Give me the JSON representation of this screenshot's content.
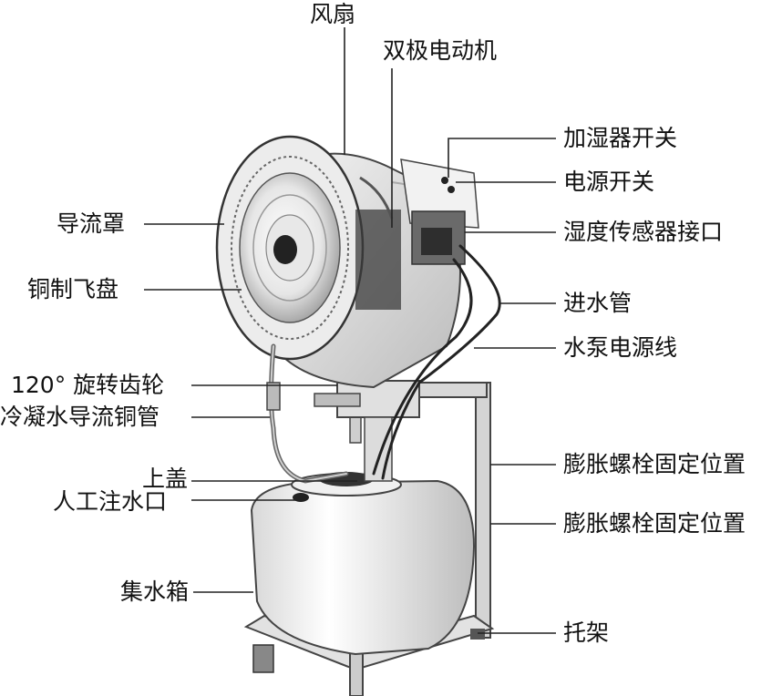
{
  "labels": {
    "fan": "风扇",
    "motor": "双极电动机",
    "humidifier_switch": "加湿器开关",
    "power_switch": "电源开关",
    "sensor_port": "湿度传感器接口",
    "inlet_pipe": "进水管",
    "pump_cable": "水泵电源线",
    "shroud": "导流罩",
    "copper_disc": "铜制飞盘",
    "gear": "120° 旋转齿轮",
    "condensate_pipe": "冷凝水导流铜管",
    "top_cover": "上盖",
    "fill_port": "人工注水口",
    "anchor_1": "膨胀螺栓固定位置",
    "anchor_2": "膨胀螺栓固定位置",
    "tank": "集水箱",
    "bracket": "托架"
  },
  "colors": {
    "ink": "#111111",
    "leader": "#222222",
    "metal_light": "#efefef",
    "metal_mid": "#c8c8c8",
    "metal_dark": "#555555"
  }
}
